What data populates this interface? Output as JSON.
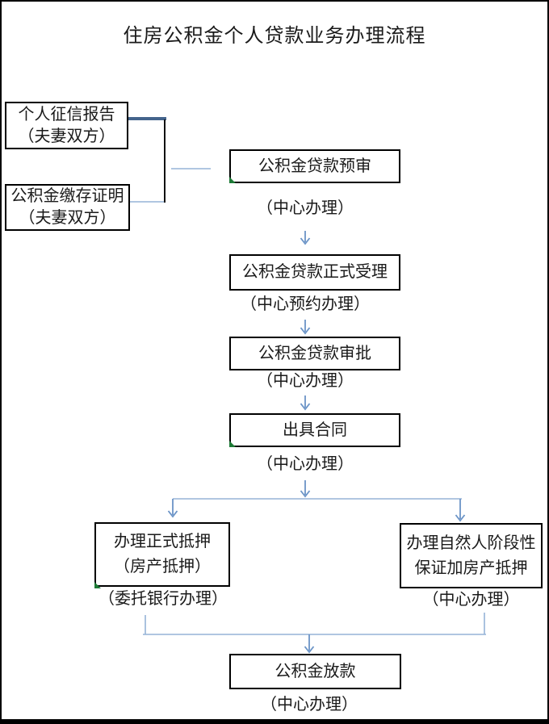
{
  "title": "住房公积金个人贷款业务办理流程",
  "colors": {
    "box_border": "#000000",
    "text": "#1a1a1a",
    "arrow_blue": "#6b94c7",
    "connector_light_blue": "#95b3d7",
    "connector_dark_blue": "#44648c",
    "connector_black": "#111111",
    "marker_green": "#1d7a36"
  },
  "inputs": {
    "credit_report": {
      "line1": "个人征信报告",
      "line2": "（夫妻双方）"
    },
    "deposit_proof": {
      "line1": "公积金缴存证明",
      "line2": "（夫妻双方）"
    }
  },
  "steps": {
    "presubmit": {
      "label": "公积金贷款预审",
      "caption": "（中心办理）"
    },
    "acceptance": {
      "label": "公积金贷款正式受理",
      "caption": "（中心预约办理）"
    },
    "approval": {
      "label": "公积金贷款审批",
      "caption": "（中心办理）"
    },
    "contract": {
      "label": "出具合同",
      "caption": "（中心办理）"
    }
  },
  "branches": {
    "left": {
      "line1": "办理正式抵押",
      "line2": "（房产抵押）",
      "caption": "（委托银行办理）"
    },
    "right": {
      "line1": "办理自然人阶段性",
      "line2": "保证加房产抵押",
      "caption": "（中心办理）"
    }
  },
  "final_step": {
    "label": "公积金放款",
    "caption": "（中心办理）"
  }
}
